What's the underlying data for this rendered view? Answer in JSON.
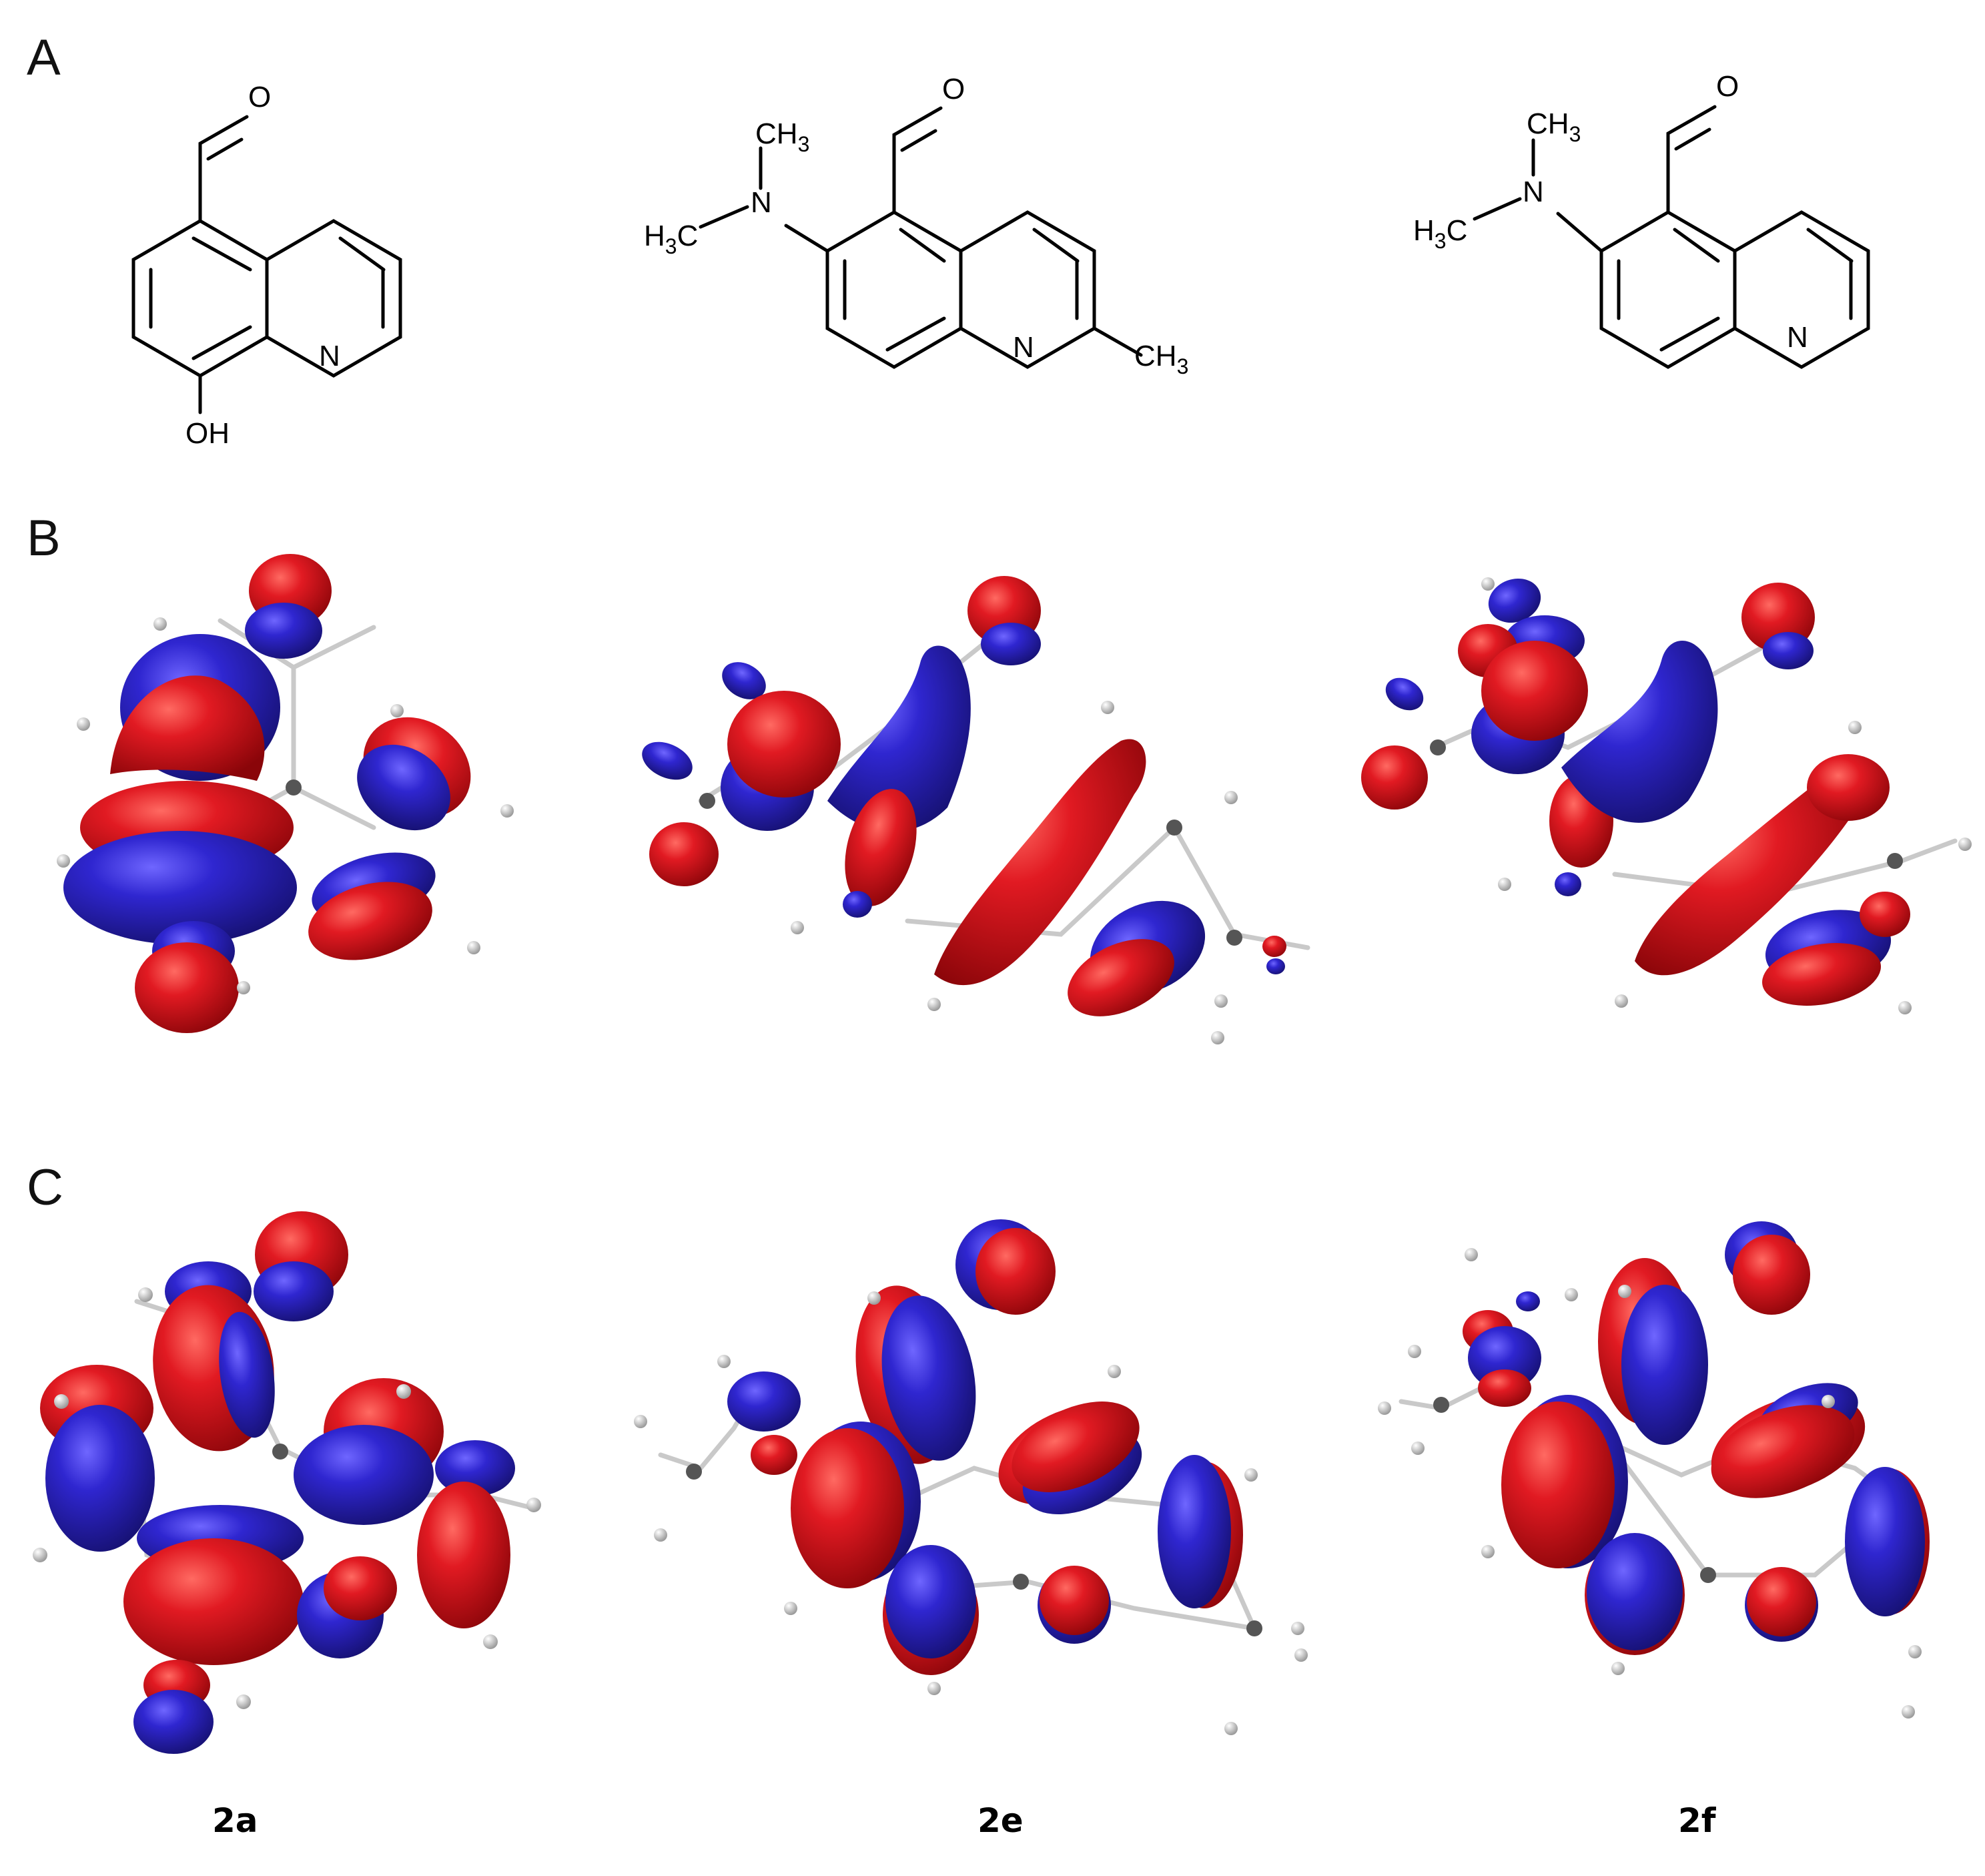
{
  "panels": {
    "a": "A",
    "b": "B",
    "c": "C"
  },
  "compounds": [
    {
      "label": "2a"
    },
    {
      "label": "2e"
    },
    {
      "label": "2f"
    }
  ],
  "atoms": {
    "oxygen": "O",
    "nitrogen": "N",
    "hydroxyl": "OH",
    "hydrogen": "H",
    "carbon": "C",
    "three": "3"
  },
  "colors": {
    "positive_phase": "#d8131c",
    "negative_phase": "#2a22c4",
    "hydrogen_atom": "#d6d6d6",
    "carbon_atom": "#4a4a4a"
  }
}
